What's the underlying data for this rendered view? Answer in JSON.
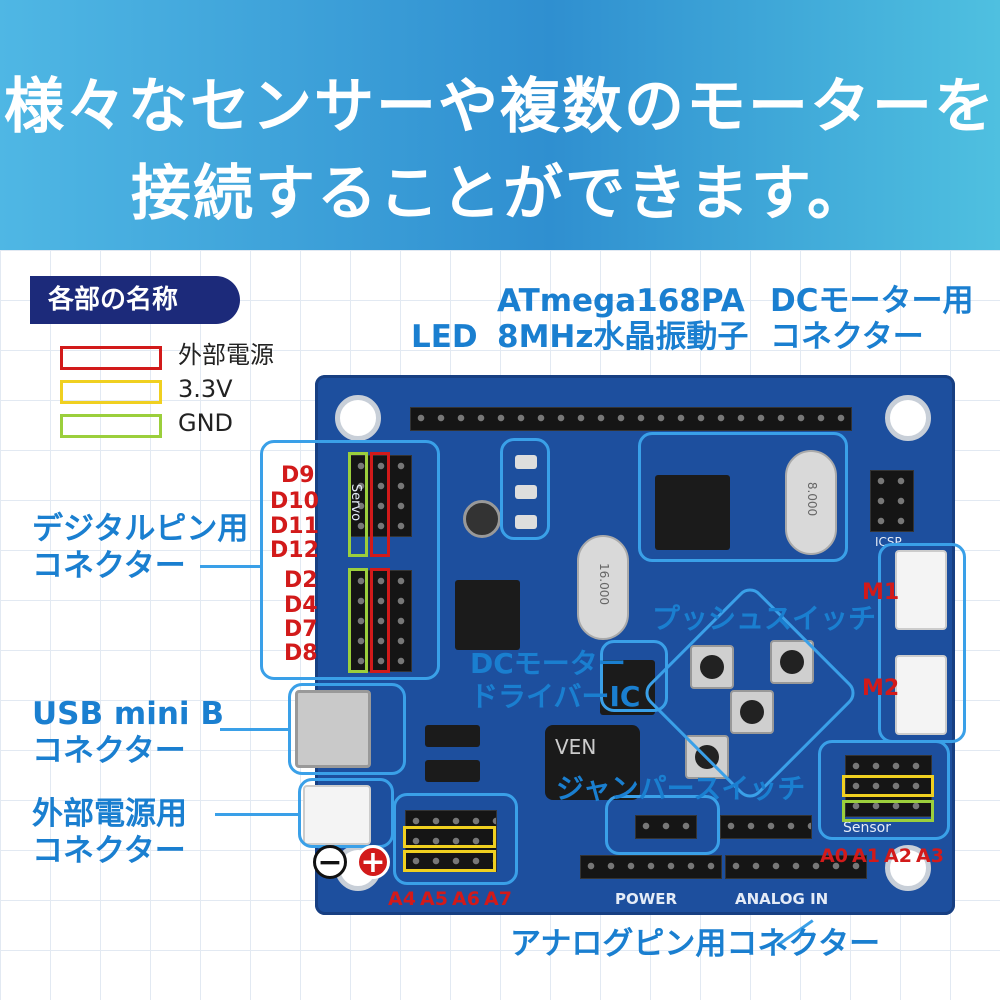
{
  "banner": {
    "line1": "様々なセンサーや複数のモーターを",
    "line2": "接続することができます。"
  },
  "badge": "各部の名称",
  "legend": [
    {
      "label": "外部電源",
      "color": "#d21a1a"
    },
    {
      "label": "3.3V",
      "color": "#f0d020"
    },
    {
      "label": "GND",
      "color": "#9bcf3c"
    }
  ],
  "labels": {
    "led": "LED",
    "mcu_line1": "ATmega168PA",
    "mcu_line2": "8MHz水晶振動子",
    "dc_conn_line1": "DCモーター用",
    "dc_conn_line2": "コネクター",
    "digital_line1": "デジタルピン用",
    "digital_line2": "コネクター",
    "usb_line1": "USB mini B",
    "usb_line2": "コネクター",
    "power_line1": "外部電源用",
    "power_line2": "コネクター",
    "push_switch": "プッシュスイッチ",
    "driver_line1": "DCモーター",
    "driver_line2": "ドライバーIC",
    "jumper": "ジャンパースイッチ",
    "analog": "アナログピン用コネクター"
  },
  "digital_pins": [
    "D9",
    "D10",
    "D11",
    "D12",
    "D2",
    "D4",
    "D7",
    "D8"
  ],
  "motor_pins": [
    "M1",
    "M2"
  ],
  "analog_pins_left": [
    "A4",
    "A5",
    "A6",
    "A7"
  ],
  "analog_pins_right": [
    "A0",
    "A1",
    "A2",
    "A3"
  ],
  "signs": {
    "minus": "−",
    "plus": "+"
  },
  "silkscreen": {
    "servo": "Servo",
    "power": "POWER",
    "analog_in": "ANALOG IN",
    "sensor": "Sensor",
    "icsp": "ICSP",
    "crystal1": "8.000",
    "crystal2": "16.000",
    "ven": "VEN"
  }
}
